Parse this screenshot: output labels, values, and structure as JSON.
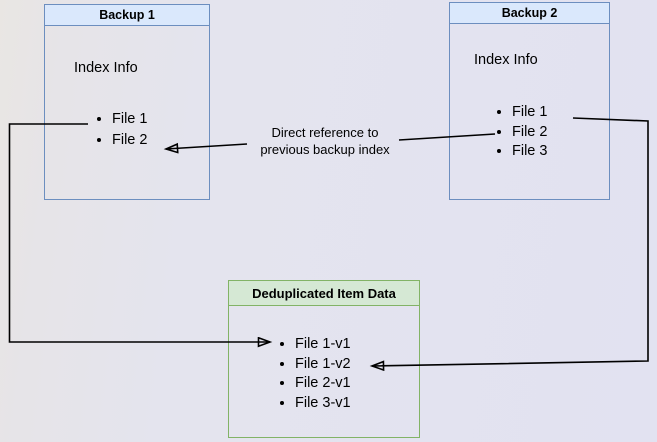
{
  "diagram": {
    "backup1": {
      "title": "Backup 1",
      "section_label": "Index Info",
      "items": [
        "File 1",
        "File 2"
      ]
    },
    "backup2": {
      "title": "Backup 2",
      "section_label": "Index Info",
      "items": [
        "File 1",
        "File 2",
        "File 3"
      ]
    },
    "dedup": {
      "title": "Deduplicated Item Data",
      "items": [
        "File 1-v1",
        "File 1-v2",
        "File 2-v1",
        "File 3-v1"
      ]
    },
    "annotation": {
      "line1": "Direct reference to",
      "line2": "previous backup index"
    },
    "colors": {
      "blue_border": "#6c8ebf",
      "blue_header_fill": "#dae8fc",
      "green_border": "#82b366",
      "green_header_fill": "#d5e8d4",
      "connector": "#000000"
    }
  }
}
